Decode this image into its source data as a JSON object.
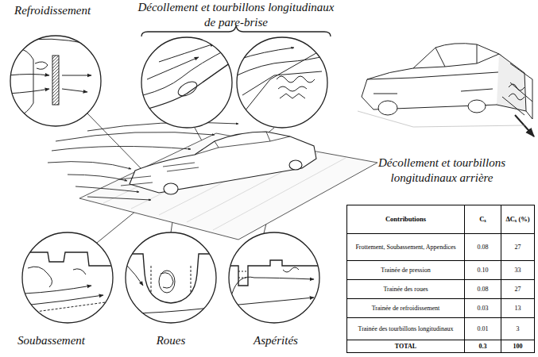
{
  "diagram": {
    "labels": [
      "Refroidissement",
      "Décollement et tourbillons longitudinaux de pare-brise",
      "Décollement et tourbillons longitudinaux arrière",
      "Soubassement",
      "Roues",
      "Aspérités",
      "Contributions",
      "Cₓ",
      "ΔCₓ (%)",
      "Frottement, Soubassement, Appendices",
      "0.08",
      "27",
      "Trainée de pression",
      "0.10",
      "33",
      "Trainée des roues",
      "0.08",
      "27",
      "Trainée de refroidissement",
      "0.03",
      "13",
      "Trainée des tourbillons longitudinaux",
      "0.01",
      "3",
      "TOTAL",
      "0.3",
      "100"
    ]
  }
}
